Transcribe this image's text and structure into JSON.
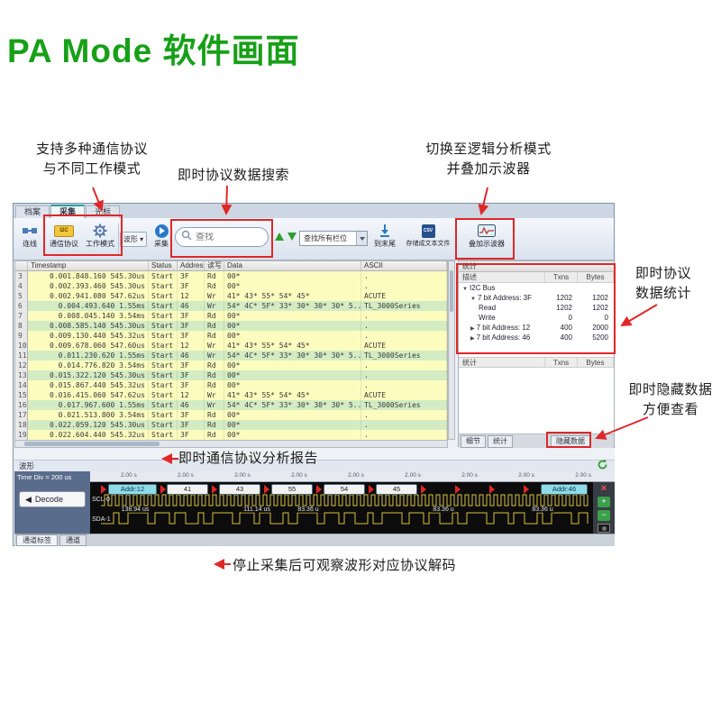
{
  "title": "PA Mode 软件画面",
  "annotations": {
    "multi_protocol_line1": "支持多种通信协议",
    "multi_protocol_line2": "与不同工作模式",
    "search": "即时协议数据搜索",
    "la_mode_line1": "切换至逻辑分析模式",
    "la_mode_line2": "并叠加示波器",
    "stats_line1": "即时协议",
    "stats_line2": "数据统计",
    "hidden_line1": "即时隐藏数据",
    "hidden_line2": "方便查看",
    "report": "即时通信协议分析报告",
    "decode": "停止采集后可观察波形对应协议解码"
  },
  "window": {
    "tabs": [
      {
        "label": "档案",
        "active": false
      },
      {
        "label": "采集",
        "active": true
      },
      {
        "label": "光标",
        "active": false
      }
    ],
    "toolbar": {
      "connect": "连线",
      "protocol": "通信协议",
      "work_mode": "工作模式",
      "waveform_dropdown": "波形",
      "acquire": "采集",
      "search_placeholder": "查找",
      "search_scope": "查找所有栏位",
      "to_end": "到末尾",
      "save_text": "存储成文本文件",
      "overlay_scope": "叠加示波器"
    },
    "table": {
      "columns": [
        "",
        "Timestamp",
        "Status",
        "Address",
        "读写",
        "Data",
        "ASCII"
      ],
      "rows": [
        {
          "num": "3",
          "ts": "0.001.848.160 545.30us",
          "status": "Start",
          "addr": "3F",
          "rw": "Rd",
          "data": "00*",
          "ascii": ".",
          "tone": "y"
        },
        {
          "num": "4",
          "ts": "0.002.393.460 545.30us",
          "status": "Start",
          "addr": "3F",
          "rw": "Rd",
          "data": "00*",
          "ascii": ".",
          "tone": "y"
        },
        {
          "num": "5",
          "ts": "0.002.941.080 547.62us",
          "status": "Start",
          "addr": "12",
          "rw": "Wr",
          "data": "41* 43* 55* 54* 45*",
          "ascii": "ACUTE",
          "tone": "y"
        },
        {
          "num": "6",
          "ts": "0.004.493.640 1.55ms",
          "status": "Start",
          "addr": "46",
          "rw": "Wr",
          "data": "54* 4C* 5F* 33* 30* 30* 30* 5...",
          "ascii": "TL_3000Series",
          "tone": "g"
        },
        {
          "num": "7",
          "ts": "0.008.045.140 3.54ms",
          "status": "Start",
          "addr": "3F",
          "rw": "Rd",
          "data": "00*",
          "ascii": ".",
          "tone": "y"
        },
        {
          "num": "8",
          "ts": "0.008.585.140 545.30us",
          "status": "Start",
          "addr": "3F",
          "rw": "Rd",
          "data": "00*",
          "ascii": ".",
          "tone": "g"
        },
        {
          "num": "9",
          "ts": "0.009.130.440 545.32us",
          "status": "Start",
          "addr": "3F",
          "rw": "Rd",
          "data": "00*",
          "ascii": ".",
          "tone": "y"
        },
        {
          "num": "10",
          "ts": "0.009.678.060 547.60us",
          "status": "Start",
          "addr": "12",
          "rw": "Wr",
          "data": "41* 43* 55* 54* 45*",
          "ascii": "ACUTE",
          "tone": "y"
        },
        {
          "num": "11",
          "ts": "0.011.230.620 1.55ms",
          "status": "Start",
          "addr": "46",
          "rw": "Wr",
          "data": "54* 4C* 5F* 33* 30* 30* 30* 5...",
          "ascii": "TL_3000Series",
          "tone": "g"
        },
        {
          "num": "12",
          "ts": "0.014.776.820 3.54ms",
          "status": "Start",
          "addr": "3F",
          "rw": "Rd",
          "data": "00*",
          "ascii": ".",
          "tone": "y"
        },
        {
          "num": "13",
          "ts": "0.015.322.120 545.30us",
          "status": "Start",
          "addr": "3F",
          "rw": "Rd",
          "data": "00*",
          "ascii": ".",
          "tone": "g"
        },
        {
          "num": "14",
          "ts": "0.015.867.440 545.32us",
          "status": "Start",
          "addr": "3F",
          "rw": "Rd",
          "data": "00*",
          "ascii": ".",
          "tone": "y"
        },
        {
          "num": "15",
          "ts": "0.016.415.060 547.62us",
          "status": "Start",
          "addr": "12",
          "rw": "Wr",
          "data": "41* 43* 55* 54* 45*",
          "ascii": "ACUTE",
          "tone": "y"
        },
        {
          "num": "16",
          "ts": "0.017.967.600 1.55ms",
          "status": "Start",
          "addr": "46",
          "rw": "Wr",
          "data": "54* 4C* 5F* 33* 30* 30* 30* 5...",
          "ascii": "TL_3000Series",
          "tone": "g"
        },
        {
          "num": "17",
          "ts": "0.021.513.800 3.54ms",
          "status": "Start",
          "addr": "3F",
          "rw": "Rd",
          "data": "00*",
          "ascii": ".",
          "tone": "y"
        },
        {
          "num": "18",
          "ts": "0.022.059.120 545.30us",
          "status": "Start",
          "addr": "3F",
          "rw": "Rd",
          "data": "00*",
          "ascii": ".",
          "tone": "g"
        },
        {
          "num": "19",
          "ts": "0.022.604.440 545.32us",
          "status": "Start",
          "addr": "3F",
          "rw": "Rd",
          "data": "00*",
          "ascii": ".",
          "tone": "y"
        }
      ]
    },
    "stats": {
      "title": "统计",
      "columns": [
        "描述",
        "Txns",
        "Bytes"
      ],
      "rows": [
        {
          "indent": 0,
          "arrow": "▼",
          "label": "I2C Bus",
          "txns": "",
          "bytes": ""
        },
        {
          "indent": 1,
          "arrow": "▼",
          "label": "7 bit Address: 3F",
          "txns": "1202",
          "bytes": "1202"
        },
        {
          "indent": 2,
          "arrow": "",
          "label": "Read",
          "txns": "1202",
          "bytes": "1202"
        },
        {
          "indent": 2,
          "arrow": "",
          "label": "Write",
          "txns": "0",
          "bytes": "0"
        },
        {
          "indent": 1,
          "arrow": "▶",
          "label": "7 bit Address: 12",
          "txns": "400",
          "bytes": "2000"
        },
        {
          "indent": 1,
          "arrow": "▶",
          "label": "7 bit Address: 46",
          "txns": "400",
          "bytes": "5200"
        }
      ],
      "second_title": "统计",
      "second_columns": [
        "Txns",
        "Bytes"
      ],
      "tabs": [
        "细节",
        "统计",
        "隐藏数据"
      ]
    },
    "waveform": {
      "panel_title": "波形",
      "time_div": "Time Div = 200 us",
      "ruler_labels": [
        "2.00 s",
        "2.00 s",
        "2.00 s",
        "2.00 s",
        "2.00 s",
        "2.00 s",
        "2.00 s",
        "2.00 s",
        "2.00 s"
      ],
      "decode_button": "Decode",
      "channels": [
        "SCL-0",
        "SDA-1"
      ],
      "decode_boxes": [
        {
          "label": "Addr:12",
          "kind": "addr"
        },
        {
          "label": "41",
          "kind": "data"
        },
        {
          "label": "43",
          "kind": "data"
        },
        {
          "label": "55",
          "kind": "data"
        },
        {
          "label": "54",
          "kind": "data"
        },
        {
          "label": "45",
          "kind": "data"
        },
        {
          "label": "Addr:46",
          "kind": "addr"
        }
      ],
      "measurements": [
        "138.94 us",
        "111.14 us",
        "83.36 u",
        "83.36 u",
        "83.36 u"
      ],
      "bottom_tabs": [
        "通道标签",
        "通道"
      ]
    }
  },
  "icons": {
    "connect": "cable",
    "protocol": "i2c-chip",
    "work_mode": "gear",
    "acquire": "play-circle",
    "search": "magnifier",
    "find_prev": "green-up-triangle",
    "find_next": "green-down-triangle",
    "to_end": "arrow-down-to-bar",
    "save_text": "floppy-csv",
    "overlay_scope": "oscilloscope-screen",
    "refresh": "refresh-arrow",
    "close": "close-x",
    "zoom": "green-plus",
    "camera": "camera"
  },
  "colors": {
    "title_green": "#17a017",
    "annotation_red": "#e02727",
    "row_yellow": "#fcfcbe",
    "row_green": "#d3ecc4",
    "addr_box_cyan": "#8edce8",
    "trace_yellow": "#d8c23c"
  }
}
